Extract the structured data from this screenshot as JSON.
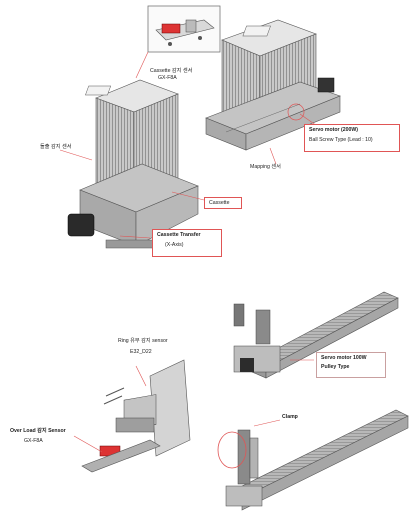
{
  "labels": {
    "cassette_sensor_title": "Cassette 감지 센서",
    "cassette_sensor_model": "GX-F8A",
    "overload_sensor_left": "돌출 감지 센서",
    "servo_motor_200w": "Servo motor (200W)",
    "ball_screw": "Ball Screw Type (Lead : 10)",
    "mapping_sensor": "Mapping 센서",
    "cassette": "Cassette",
    "cassette_transfer": "Cassette Transfer",
    "x_axis": "(X-Axis)",
    "ring_sensor": "Ring 유무 감지 sensor",
    "ring_sensor_model": "E32_D22",
    "servo_motor_100w": "Servo motor 100W",
    "pulley_type": "Pulley Type",
    "overload_sensor": "Over Load 감지 Sensor",
    "overload_sensor_model": "GX-F8A",
    "clamp": "Clamp"
  }
}
